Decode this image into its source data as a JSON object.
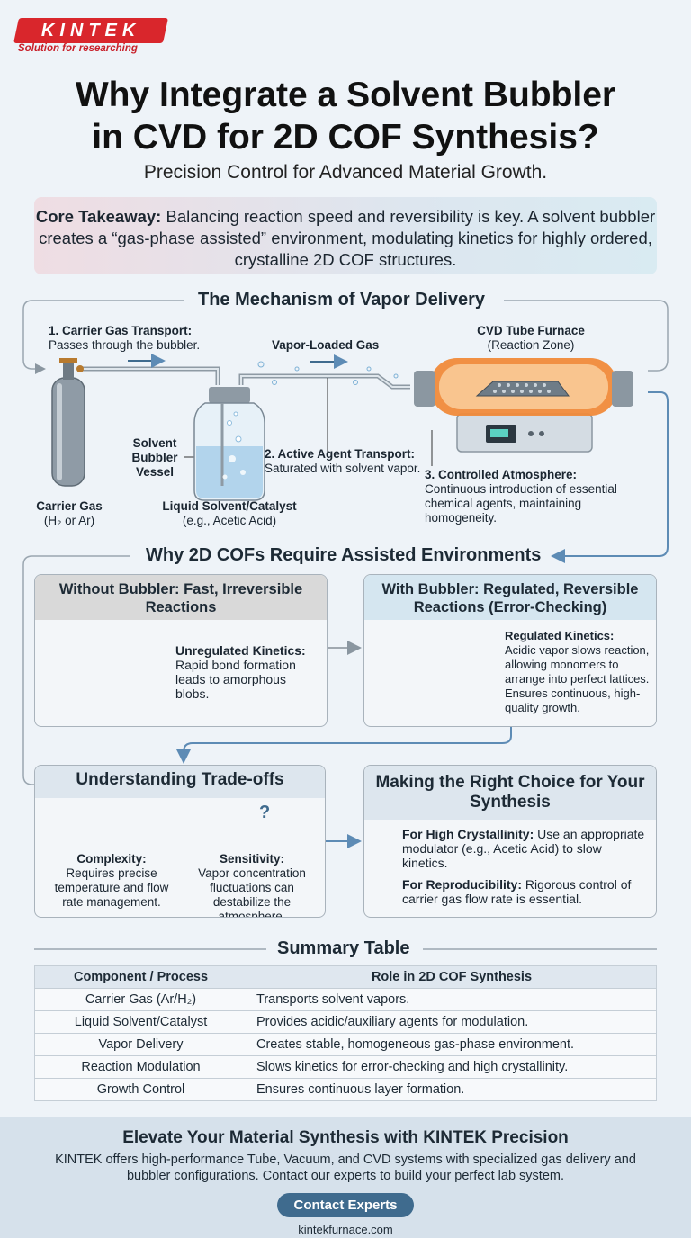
{
  "brand": {
    "logo": "KINTEK",
    "tagline": "Solution for researching"
  },
  "header": {
    "title_line1": "Why Integrate a Solvent Bubbler",
    "title_line2": "in CVD for 2D COF Synthesis?",
    "subtitle": "Precision Control for Advanced Material Growth."
  },
  "takeaway": {
    "label": "Core Takeaway:",
    "text": " Balancing reaction speed and reversibility is key. A solvent bubbler creates a “gas-phase assisted” environment, modulating kinetics for highly ordered, crystalline 2D COF structures."
  },
  "mechanism": {
    "heading": "The Mechanism of Vapor Delivery",
    "step1_title": "1. Carrier Gas Transport:",
    "step1_text": "Passes through the bubbler.",
    "vapor_loaded": "Vapor-Loaded Gas",
    "furnace_title": "CVD Tube Furnace",
    "furnace_sub": "(Reaction Zone)",
    "bubbler_l1": "Solvent",
    "bubbler_l2": "Bubbler",
    "bubbler_l3": "Vessel",
    "step2_title": "2. Active Agent Transport:",
    "step2_text": "Saturated with solvent vapor.",
    "step3_title": "3. Controlled Atmosphere:",
    "step3_text": "Continuous introduction of essential chemical agents, maintaining homogeneity.",
    "carrier_title": "Carrier Gas",
    "carrier_sub": "(H₂ or Ar)",
    "solvent_title": "Liquid Solvent/Catalyst",
    "solvent_sub": "(e.g., Acetic Acid)"
  },
  "why": {
    "heading": "Why 2D COFs Require Assisted Environments",
    "without_head": "Without Bubbler: Fast, Irreversible Reactions",
    "without_title": "Unregulated Kinetics:",
    "without_text": "Rapid bond formation leads to amorphous blobs.",
    "with_head": "With Bubbler: Regulated, Reversible Reactions (Error-Checking)",
    "with_title": "Regulated Kinetics:",
    "with_text": "Acidic vapor slows reaction, allowing monomers to arrange into perfect lattices. Ensures continuous, high-quality growth."
  },
  "tradeoffs": {
    "heading": "Understanding Trade-offs",
    "complexity_title": "Complexity:",
    "complexity_text": "Requires precise temperature and flow rate management.",
    "sensitivity_title": "Sensitivity:",
    "sensitivity_text": "Vapor concentration fluctuations can destabilize the atmosphere."
  },
  "choice": {
    "heading": "Making the Right Choice for Your Synthesis",
    "item1_title": "For High Crystallinity:",
    "item1_text": " Use an appropriate modulator (e.g., Acetic Acid) to slow kinetics.",
    "item2_title": "For Reproducibility:",
    "item2_text": " Rigorous control of carrier gas flow rate is essential."
  },
  "summary": {
    "heading": "Summary Table",
    "columns": [
      "Component / Process",
      "Role in 2D COF Synthesis"
    ],
    "rows": [
      [
        "Carrier Gas (Ar/H₂)",
        "Transports solvent vapors."
      ],
      [
        "Liquid Solvent/Catalyst",
        "Provides acidic/auxiliary agents for modulation."
      ],
      [
        "Vapor Delivery",
        "Creates stable, homogeneous gas-phase environment."
      ],
      [
        "Reaction Modulation",
        "Slows kinetics for error-checking and high crystallinity."
      ],
      [
        "Growth Control",
        "Ensures continuous layer formation."
      ]
    ]
  },
  "footer": {
    "heading": "Elevate Your Material Synthesis with KINTEK Precision",
    "text": "KINTEK offers high-performance Tube, Vacuum, and CVD systems with specialized gas delivery and bubbler configurations. Contact our experts to build your perfect lab system.",
    "cta": "Contact Experts",
    "url": "kintekfurnace.com"
  },
  "colors": {
    "brand_red": "#d9262c",
    "accent_blue": "#3f6b8e",
    "flow_line": "#5d8bb5"
  }
}
